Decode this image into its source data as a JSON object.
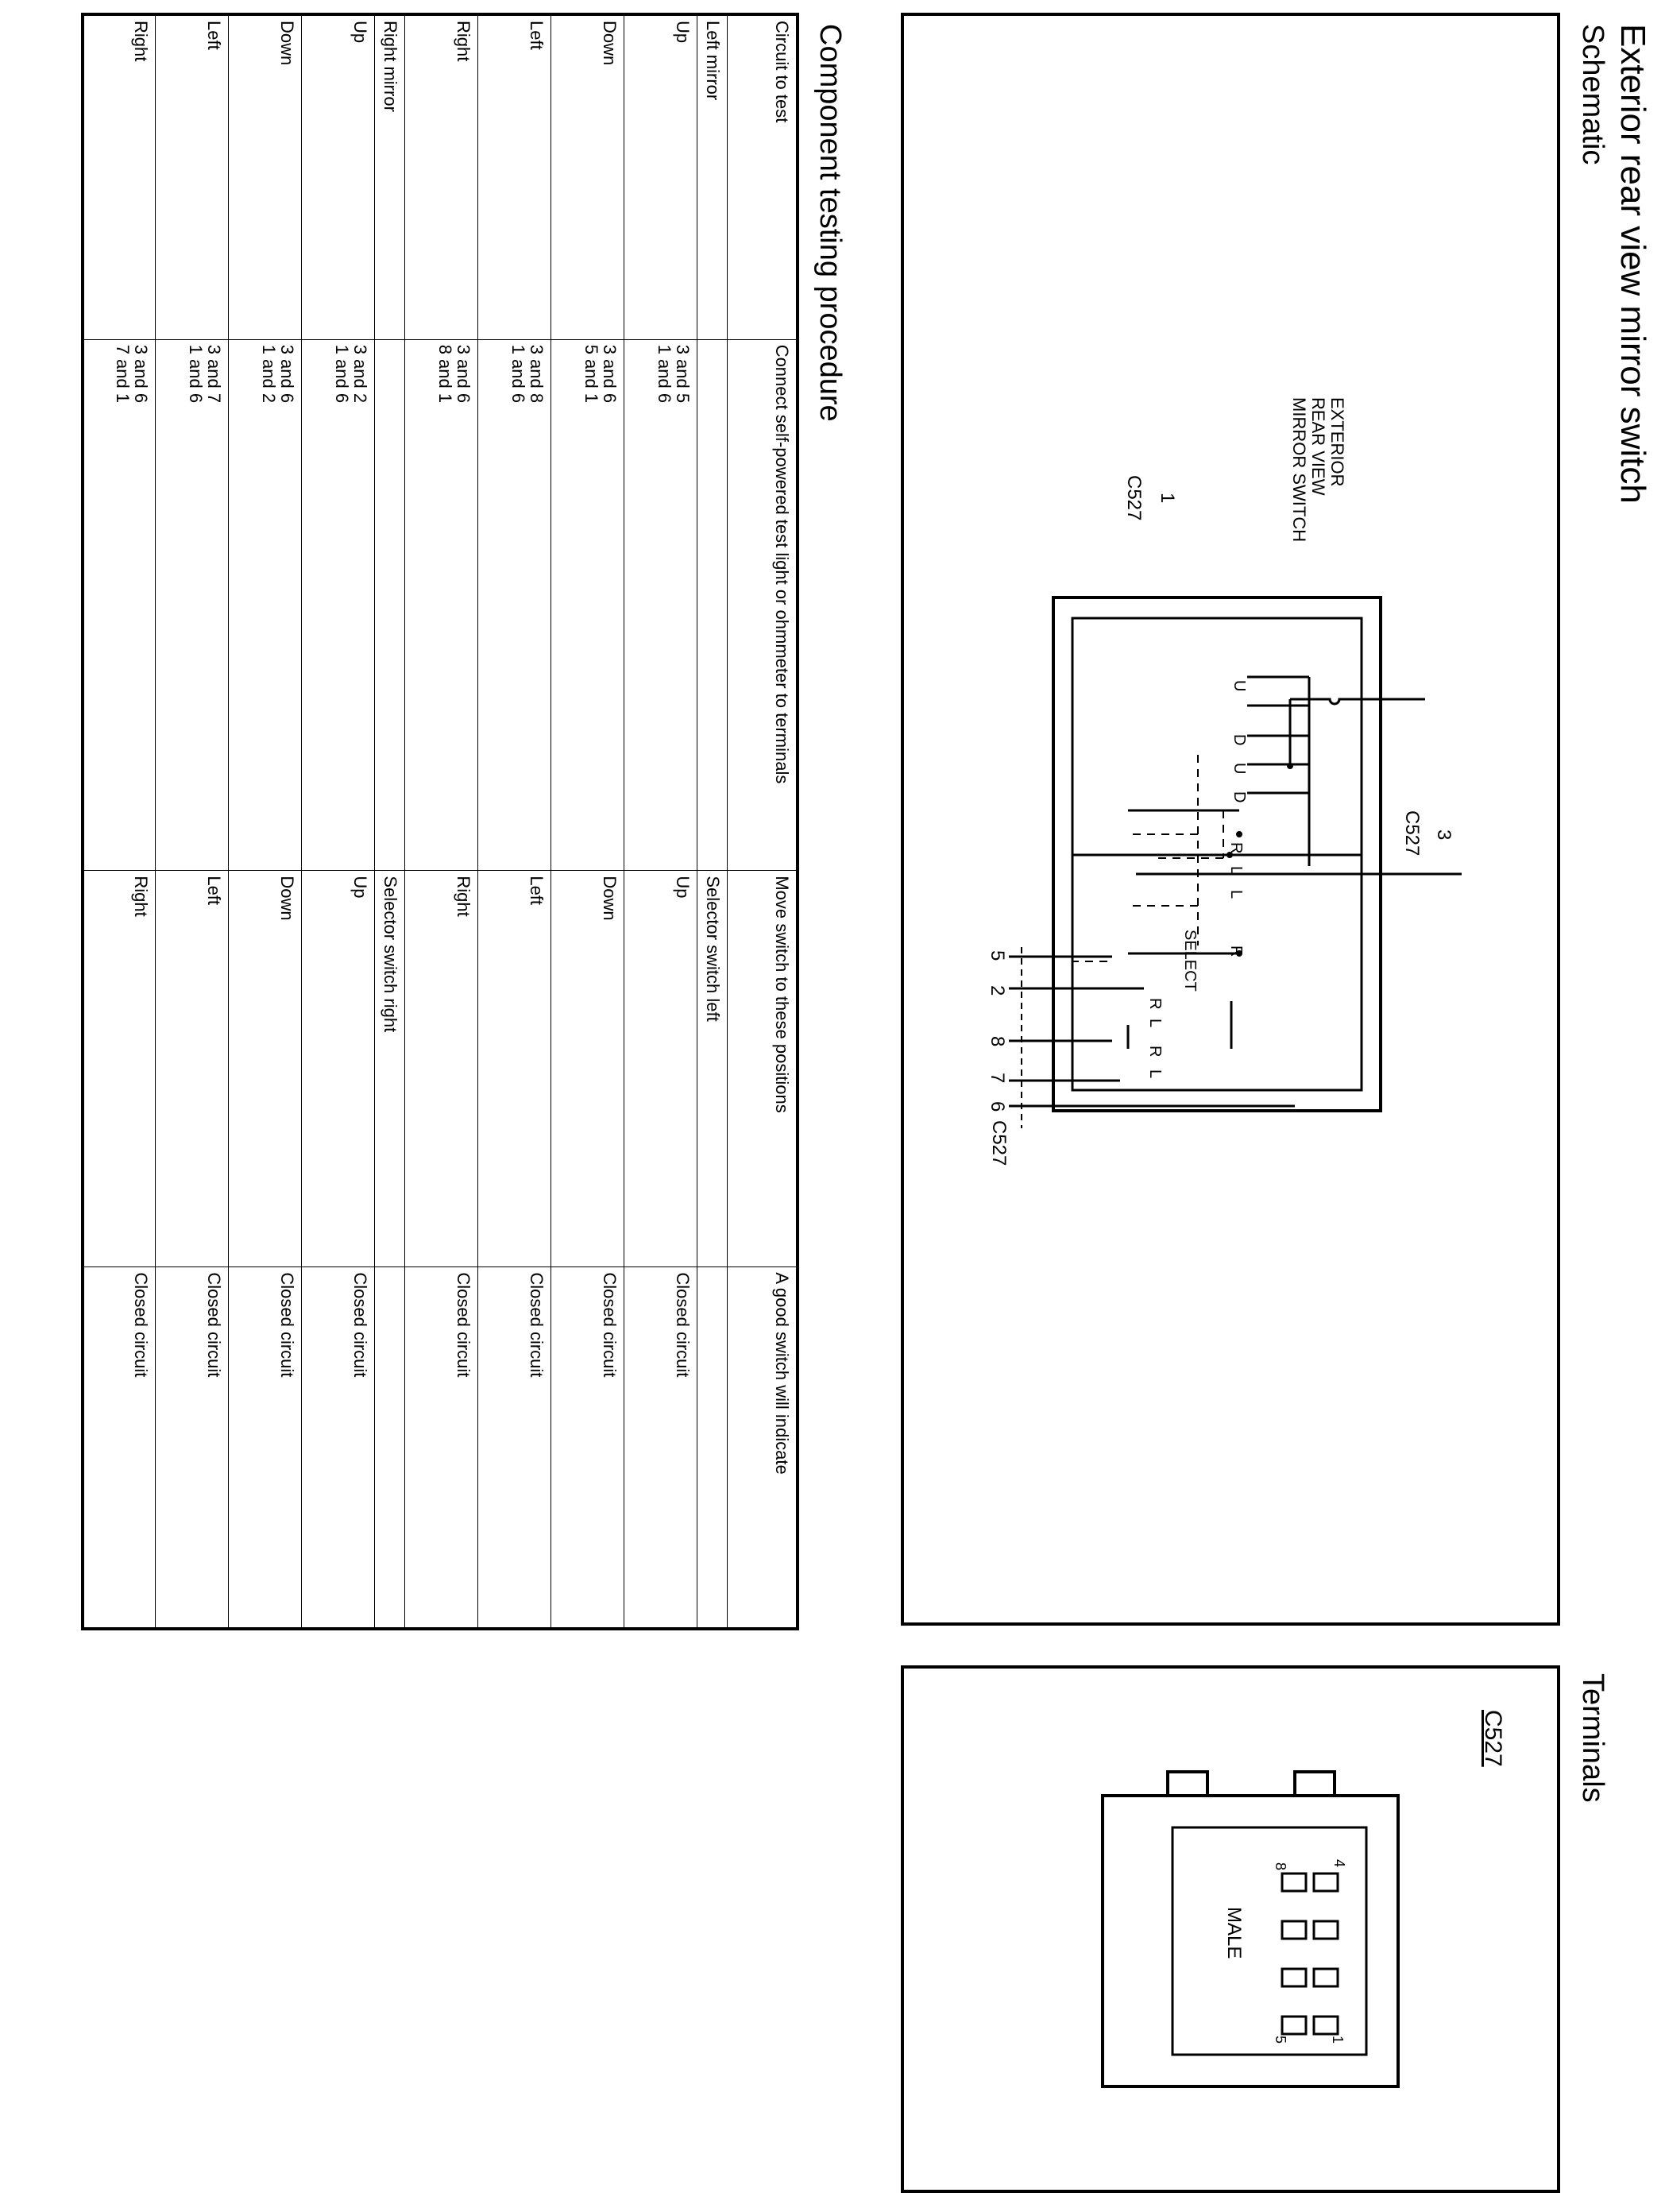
{
  "page": {
    "title": "Exterior rear view mirror switch",
    "schematic_heading": "Schematic",
    "terminals_heading": "Terminals",
    "procedure_heading": "Component testing procedure"
  },
  "schematic": {
    "switch_label": [
      "EXTERIOR",
      "REAR VIEW",
      "MIRROR SWITCH"
    ],
    "connector": "C527",
    "pins": {
      "p1": "1",
      "p2": "2",
      "p3": "3",
      "p5": "5",
      "p6": "6",
      "p7": "7",
      "p8": "8"
    },
    "select_label": "SELECT",
    "contact_letters": {
      "u": "U",
      "d": "D",
      "l": "L",
      "r": "R"
    }
  },
  "terminals": {
    "connector": "C527",
    "gender": "MALE",
    "pin_labels": {
      "p1": "1",
      "p4": "4",
      "p5": "5",
      "p8": "8"
    }
  },
  "table": {
    "headers": [
      "Circuit to test",
      "Connect self-powered test light or ohmmeter to terminals",
      "Move switch to these positions",
      "A good switch will indicate"
    ],
    "groups": [
      {
        "label": "Left mirror",
        "selector": "Selector switch left",
        "rows": [
          {
            "circuit": "Up",
            "terminals": [
              "3 and 5",
              "1 and 6"
            ],
            "position": "Up",
            "result": "Closed circuit"
          },
          {
            "circuit": "Down",
            "terminals": [
              "3 and 6",
              "5 and 1"
            ],
            "position": "Down",
            "result": "Closed circuit"
          },
          {
            "circuit": "Left",
            "terminals": [
              "3 and 8",
              "1 and 6"
            ],
            "position": "Left",
            "result": "Closed circuit"
          },
          {
            "circuit": "Right",
            "terminals": [
              "3 and 6",
              "8 and 1"
            ],
            "position": "Right",
            "result": "Closed circuit"
          }
        ]
      },
      {
        "label": "Right mirror",
        "selector": "Selector switch right",
        "rows": [
          {
            "circuit": "Up",
            "terminals": [
              "3 and 2",
              "1 and 6"
            ],
            "position": "Up",
            "result": "Closed circuit"
          },
          {
            "circuit": "Down",
            "terminals": [
              "3 and 6",
              "1 and 2"
            ],
            "position": "Down",
            "result": "Closed circuit"
          },
          {
            "circuit": "Left",
            "terminals": [
              "3 and 7",
              "1 and 6"
            ],
            "position": "Left",
            "result": "Closed circuit"
          },
          {
            "circuit": "Right",
            "terminals": [
              "3 and 6",
              "7 and 1"
            ],
            "position": "Right",
            "result": "Closed circuit"
          }
        ]
      }
    ]
  }
}
